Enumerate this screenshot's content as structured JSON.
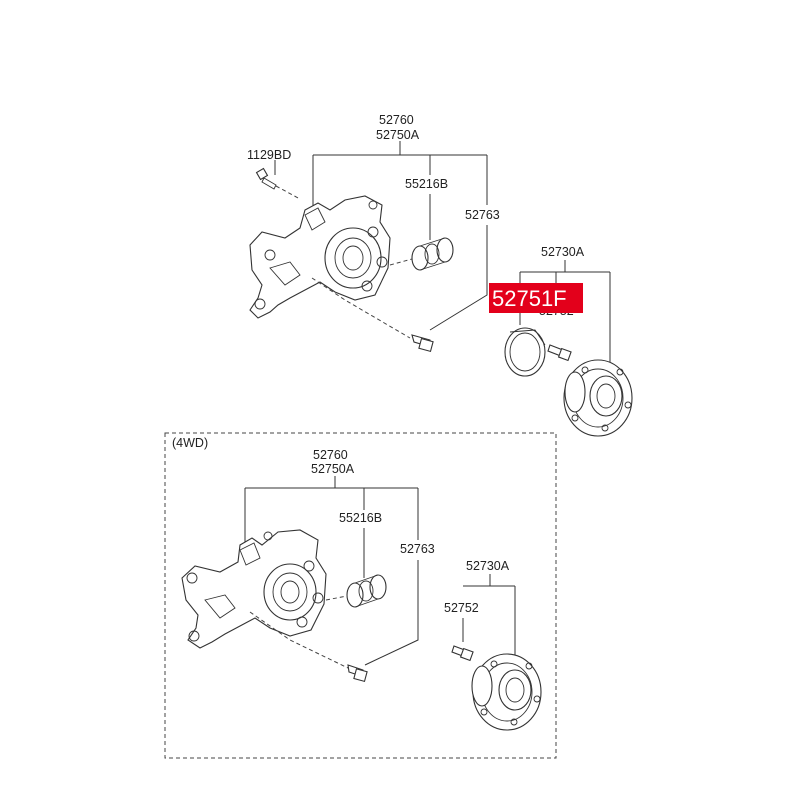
{
  "labels": {
    "top_knuckle_a": "52760",
    "top_knuckle_b": "52750A",
    "top_bolt": "1129BD",
    "top_bushing": "55216B",
    "top_knuckle_bolt": "52763",
    "top_hub": "52730A",
    "top_hub_bolt": "52752",
    "highlight": "52751F",
    "section_4wd": "(4WD)",
    "bot_knuckle_a": "52760",
    "bot_knuckle_b": "52750A",
    "bot_bushing": "55216B",
    "bot_knuckle_bolt": "52763",
    "bot_hub": "52730A",
    "bot_hub_bolt": "52752"
  },
  "colors": {
    "highlight_bg": "#e3001b",
    "highlight_text": "#ffffff",
    "line": "#333333"
  }
}
